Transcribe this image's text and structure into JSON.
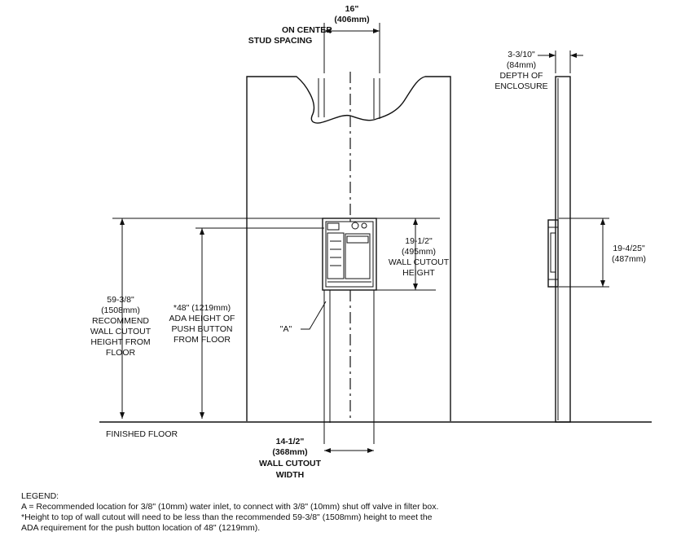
{
  "dimensions": {
    "stud_spacing": [
      "16\"",
      "(406mm)",
      "ON CENTER",
      "STUD SPACING"
    ],
    "enclosure_depth": [
      "3-3/10\"",
      "(84mm)",
      "DEPTH OF",
      "ENCLOSURE"
    ],
    "cutout_height_front": [
      "19-1/2\"",
      "(495mm)",
      "WALL CUTOUT",
      "HEIGHT"
    ],
    "cutout_height_side": [
      "19-4/25\"",
      "(487mm)"
    ],
    "recommended_height": [
      "59-3/8\"",
      "(1508mm)",
      "RECOMMEND",
      "WALL CUTOUT",
      "HEIGHT FROM",
      "FLOOR"
    ],
    "ada_height": [
      "*48\" (1219mm)",
      "ADA HEIGHT OF",
      "PUSH BUTTON",
      "FROM FLOOR"
    ],
    "cutout_width": [
      "14-1/2\"",
      "(368mm)",
      "WALL CUTOUT",
      "WIDTH"
    ]
  },
  "labels": {
    "finished_floor": "FINISHED FLOOR",
    "callout_a": "\"A\""
  },
  "legend": {
    "title": "LEGEND:",
    "lines": [
      "A = Recommended location for 3/8\" (10mm) water inlet, to connect with 3/8\" (10mm) shut off valve in filter box.",
      "*Height to top of wall cutout will need to be less than the recommended 59-3/8\" (1508mm) height to meet the",
      " ADA requirement for the push button location of 48\" (1219mm)."
    ]
  }
}
